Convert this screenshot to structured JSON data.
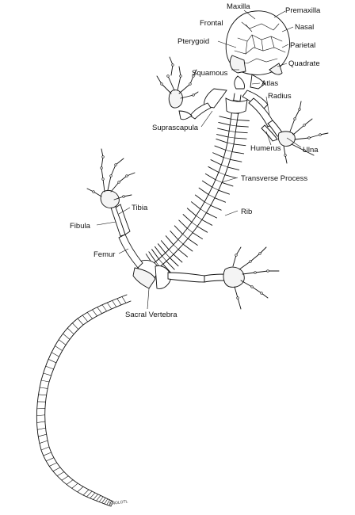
{
  "labels": {
    "maxilla": "Maxilla",
    "premaxilla": "Premaxilla",
    "frontal": "Frontal",
    "nasal": "Nasal",
    "pterygoid": "Pterygoid",
    "parietal": "Parietal",
    "quadrate": "Quadrate",
    "squamous": "Squamous",
    "atlas": "Atlas",
    "radius": "Radius",
    "suprascapula": "Suprascapula",
    "humerus": "Humerus",
    "ulna": "Ulna",
    "transverse_process": "Transverse Process",
    "tibia": "Tibia",
    "fibula": "Fibula",
    "rib": "Rib",
    "femur": "Femur",
    "sacral_vertebra": "Sacral Vertebra"
  },
  "signature": "ENOLOTL",
  "colors": {
    "ink": "#111111",
    "background": "#ffffff"
  }
}
